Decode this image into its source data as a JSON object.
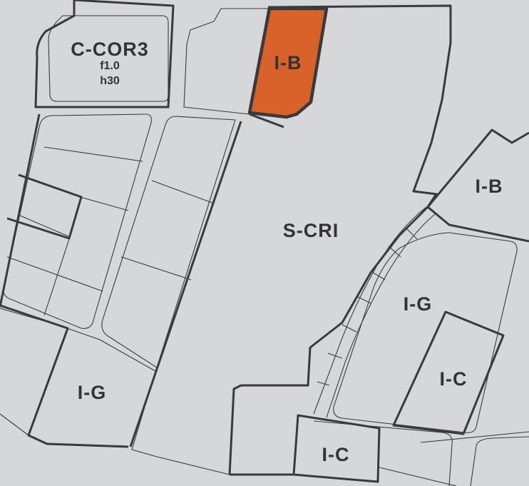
{
  "colors": {
    "background": "#d6d7d9",
    "line": "#3a3a3c",
    "highlight": "#d8622a",
    "label": "#333335"
  },
  "zones": {
    "c_cor3": {
      "code": "C-COR3",
      "far": "f1.0",
      "height": "h30"
    },
    "ib_highlight": {
      "code": "I-B",
      "highlighted": true
    },
    "ib_east": {
      "code": "I-B"
    },
    "s_cri": {
      "code": "S-CRI"
    },
    "ig_west": {
      "code": "I-G"
    },
    "ig_east": {
      "code": "I-G"
    },
    "ic_east": {
      "code": "I-C"
    },
    "ic_south": {
      "code": "I-C"
    }
  }
}
